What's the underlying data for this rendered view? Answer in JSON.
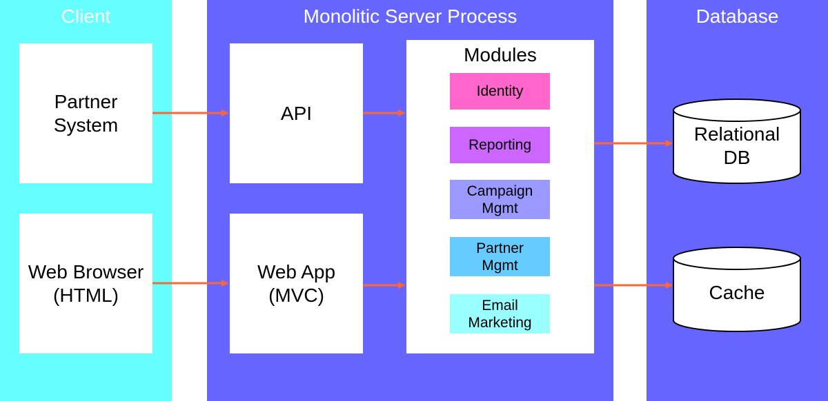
{
  "panels": {
    "client": "Client",
    "server": "Monolitic Server Process",
    "database": "Database"
  },
  "client_boxes": {
    "partner_system": "Partner\nSystem",
    "web_browser": "Web Browser\n(HTML)"
  },
  "server_boxes": {
    "api": "API",
    "web_app": "Web App\n(MVC)"
  },
  "modules": {
    "title": "Modules",
    "items": [
      {
        "label": "Identity",
        "color": "#ff66cc"
      },
      {
        "label": "Reporting",
        "color": "#cc66ff"
      },
      {
        "label": "Campaign\nMgmt",
        "color": "#9999ff"
      },
      {
        "label": "Partner\nMgmt",
        "color": "#66ccff"
      },
      {
        "label": "Email\nMarketing",
        "color": "#99ffff"
      }
    ]
  },
  "databases": {
    "relational": "Relational\nDB",
    "cache": "Cache"
  },
  "colors": {
    "client_panel": "#66ffff",
    "server_panel": "#6666ff",
    "arrow": "#ff6633"
  }
}
